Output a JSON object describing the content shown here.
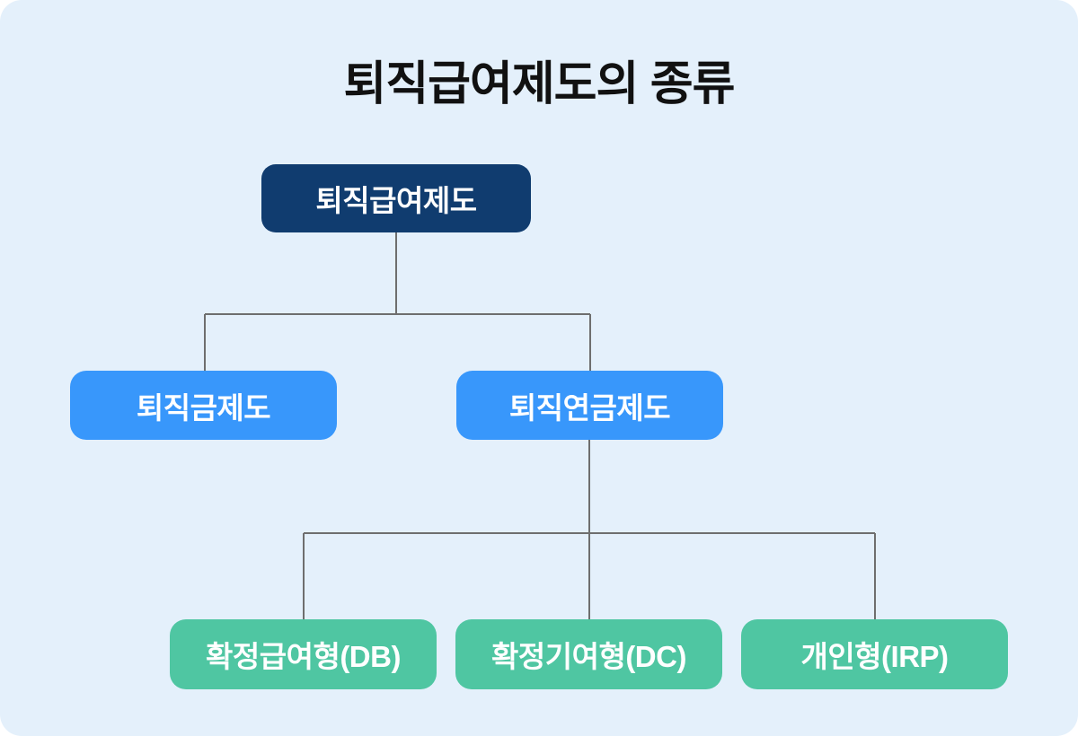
{
  "title": "퇴직급여제도의 종류",
  "tree": {
    "root": {
      "label": "퇴직급여제도"
    },
    "children": [
      {
        "label": "퇴직금제도"
      },
      {
        "label": "퇴직연금제도"
      }
    ],
    "pension_types": [
      {
        "label": "확정급여형(DB)"
      },
      {
        "label": "확정기여형(DC)"
      },
      {
        "label": "개인형(IRP)"
      }
    ]
  },
  "colors": {
    "background": "#E4F0FB",
    "root_node": "#103C6F",
    "branch_node": "#3897FB",
    "leaf_node": "#4FC6A2",
    "connector": "#6E6E6E",
    "title_text": "#111111",
    "node_text": "#FFFFFF"
  }
}
